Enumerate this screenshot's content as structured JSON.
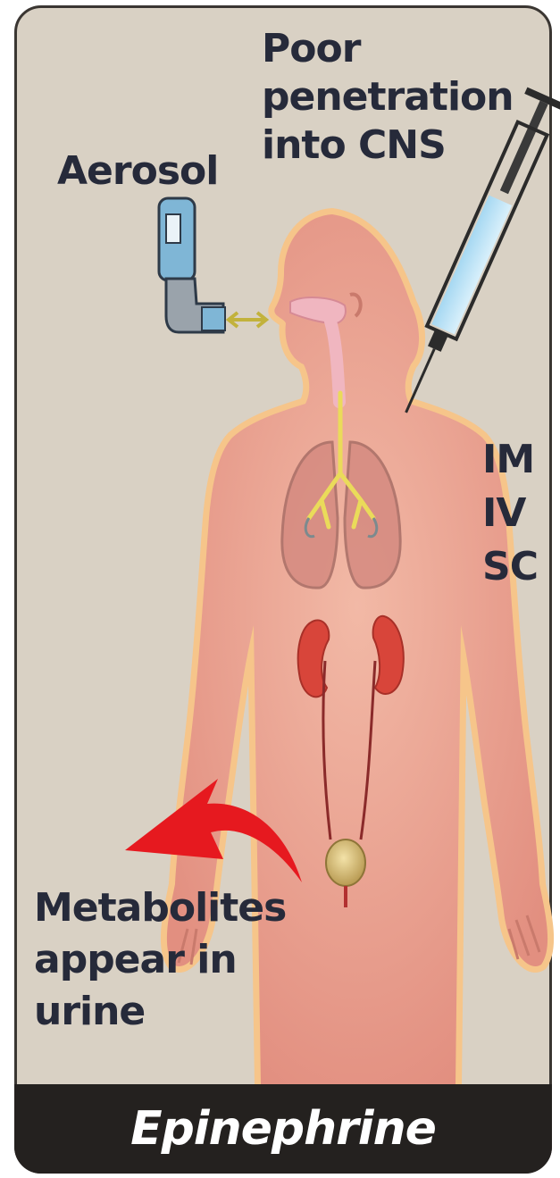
{
  "title": "Epinephrine",
  "labels": {
    "aerosol": "Aerosol",
    "cns": [
      "Poor",
      "penetration",
      "into CNS"
    ],
    "routes": [
      "IM",
      "IV",
      "SC"
    ],
    "metabolites": [
      "Metabolites",
      "appear in",
      "urine"
    ]
  },
  "icons": {
    "inhaler": "inhaler-icon",
    "syringe": "syringe-icon",
    "body": "human-body-illustration",
    "arrow": "curved-arrow-icon"
  },
  "colors": {
    "background": "#d9d1c4",
    "body_fill": "#e9a898",
    "body_outline": "#f6c58a",
    "kidney": "#d8453a",
    "arrow": "#e6191f",
    "footer": "#24211f"
  }
}
